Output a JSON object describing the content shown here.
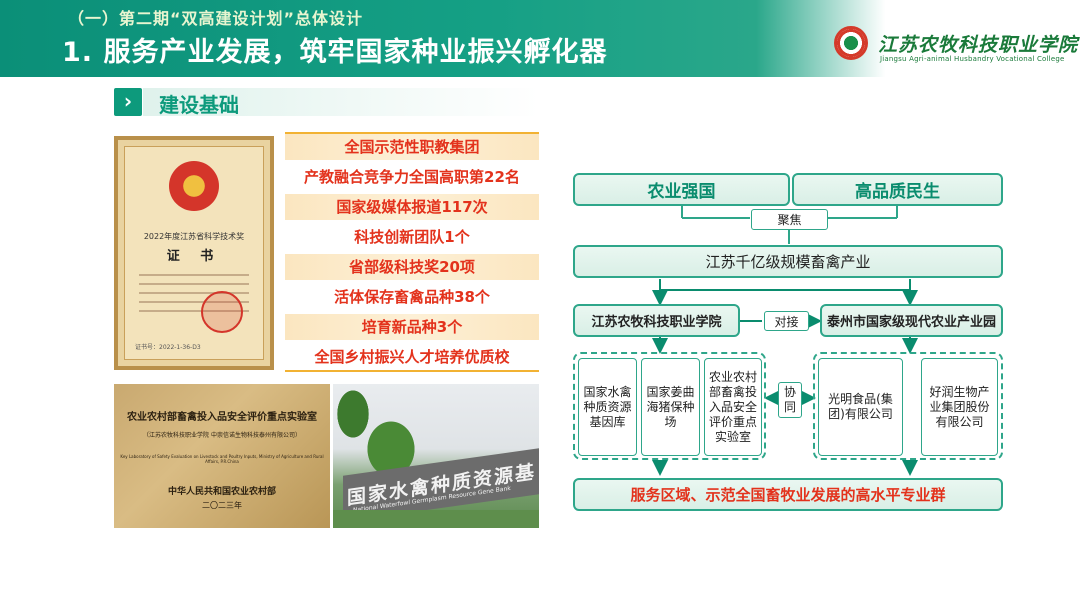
{
  "header": {
    "subtitle": "（一）第二期“双高建设计划”总体设计",
    "title": "1. 服务产业发展，筑牢国家种业振兴孵化器",
    "college_cn": "江苏农牧科技职业学院",
    "college_en": "Jiangsu Agri-animal Husbandry Vocational College"
  },
  "section": {
    "chevron": "›",
    "title": "建设基础"
  },
  "certificate": {
    "year_award": "2022年度江苏省科学技术奖",
    "word": "证 书",
    "number": "证书号：2022-1-36-D3"
  },
  "achievements": [
    "全国示范性职教集团",
    "产教融合竞争力全国高职第22名",
    "国家级媒体报道117次",
    "科技创新团队1个",
    "省部级科技奖20项",
    "活体保存畜禽品种38个",
    "培育新品种3个",
    "全国乡村振兴人才培养优质校"
  ],
  "plaque": {
    "line1": "农业农村部畜禽投入品安全评价重点实验室",
    "line2": "（江苏农牧科技职业学院  中崇信诺生物科技泰州有限公司）",
    "line3": "Key Laboratory of Safety Evaluation on Livestock and Poultry Inputs, Ministry of Agriculture and Rural Affairs, P.R.China",
    "line4": "中华人民共和国农业农村部",
    "line5": "二〇二三年"
  },
  "photo_sign": {
    "cn": "国家水禽种质资源基因库",
    "en": "National Waterfowl Germplasm Resource Gene Bank"
  },
  "diagram": {
    "top_left": "农业强国",
    "top_right": "高品质民生",
    "focus": "聚焦",
    "industry": "江苏千亿级规模畜禽产业",
    "left_org": "江苏农牧科技职业学院",
    "dock": "对接",
    "right_org": "泰州市国家级现代农业产业园",
    "left_cells": [
      "国家水禽种质资源基因库",
      "国家姜曲海猪保种场",
      "农业农村部畜禽投入品安全评价重点实验室"
    ],
    "coop": "协同",
    "right_cells": [
      "光明食品(集团)有限公司",
      "好润生物产业集团股份有限公司"
    ],
    "bottom": "服务区域、示范全国畜牧业发展的高水平专业群"
  },
  "colors": {
    "accent": "#0d9a7c",
    "highlight": "#e3321c",
    "gold": "#f2b233"
  }
}
